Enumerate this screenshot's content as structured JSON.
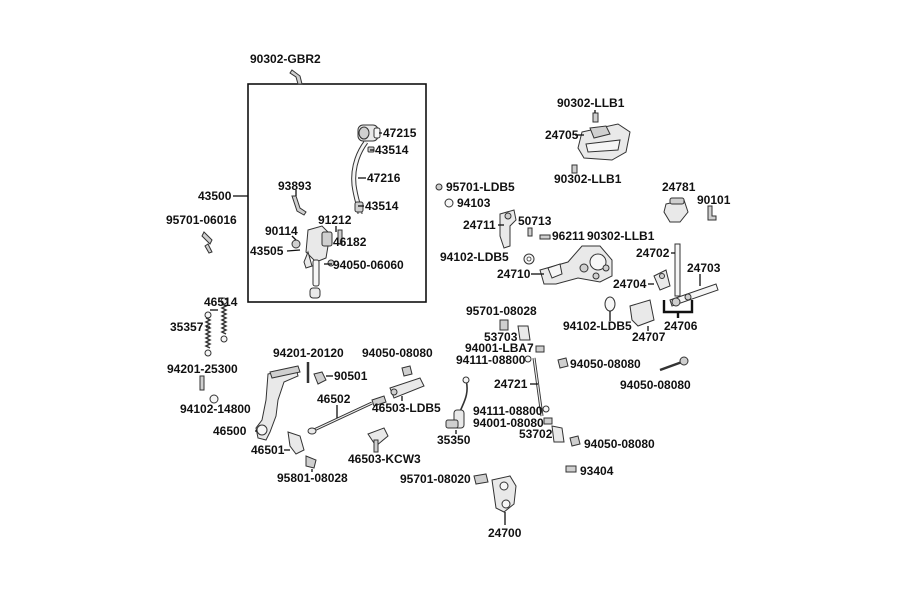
{
  "labels": {
    "p90302_GBR2": "90302-GBR2",
    "p47215": "47215",
    "p43514_a": "43514",
    "p47216": "47216",
    "p43514_b": "43514",
    "p43500": "43500",
    "p93893": "93893",
    "p95701_06016": "95701-06016",
    "p91212": "91212",
    "p90114": "90114",
    "p46182": "46182",
    "p43505": "43505",
    "p94050_06060": "94050-06060",
    "p46514": "46514",
    "p35357": "35357",
    "p94201_20120": "94201-20120",
    "p94050_08080_a": "94050-08080",
    "p94201_25300": "94201-25300",
    "p90501": "90501",
    "p94102_14800": "94102-14800",
    "p46502": "46502",
    "p46503_LDB5": "46503-LDB5",
    "p46500": "46500",
    "p46501": "46501",
    "p46503_KCW3": "46503-KCW3",
    "p95801_08028": "95801-08028",
    "p90302_LLB1_a": "90302-LLB1",
    "p24705": "24705",
    "p90302_LLB1_b": "90302-LLB1",
    "p95701_LDB5": "95701-LDB5",
    "p94103": "94103",
    "p24781": "24781",
    "p90101": "90101",
    "p24711": "24711",
    "p50713": "50713",
    "p96211": "96211",
    "p90302_LLB1_c": "90302-LLB1",
    "p94102_LDB5_a": "94102-LDB5",
    "p24702": "24702",
    "p24710": "24710",
    "p24703": "24703",
    "p24704": "24704",
    "p95701_08028": "95701-08028",
    "p94102_LDB5_b": "94102-LDB5",
    "p24707": "24707",
    "p24706": "24706",
    "p53703": "53703",
    "p94001_LBA7": "94001-LBA7",
    "p94111_08800_a": "94111-08800",
    "p94050_08080_b": "94050-08080",
    "p94050_08080_c": "94050-08080",
    "p24721": "24721",
    "p94111_08800_b": "94111-08800",
    "p94001_08080": "94001-08080",
    "p35350": "35350",
    "p53702": "53702",
    "p94050_08080_d": "94050-08080",
    "p93404": "93404",
    "p95701_08020": "95701-08020",
    "p24700": "24700"
  }
}
